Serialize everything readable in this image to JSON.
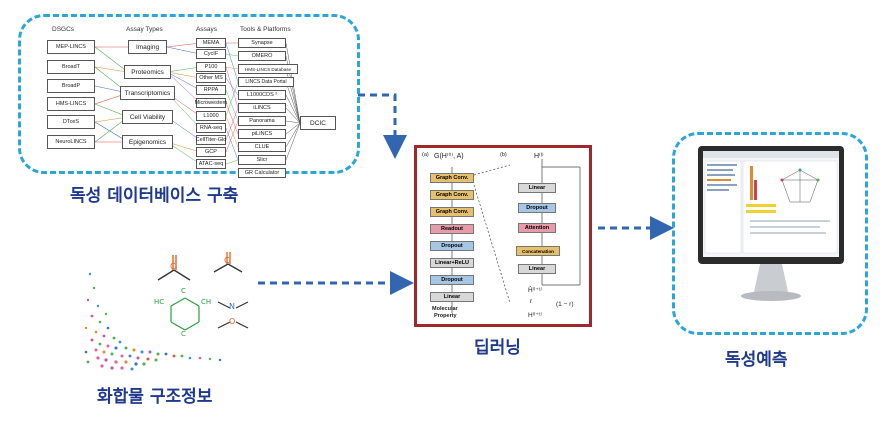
{
  "database": {
    "label": "독성 데이터베이스 구축",
    "headers": {
      "dsgc": "DSGCs",
      "assay_types": "Assay Types",
      "assays": "Assays",
      "tools": "Tools & Platforms"
    },
    "dsgcs": [
      "MEP-LINCS",
      "BroadT",
      "BroadP",
      "HMS-LINCS",
      "DToxS",
      "NeuroLINCS"
    ],
    "assay_types": [
      "Imaging",
      "Proteomics",
      "Transcriptomics",
      "Cell Viability",
      "Epigenomics"
    ],
    "assays": [
      "MEMA",
      "CycIF",
      "P100",
      "Other MS",
      "RPPA",
      "Microwestern",
      "L1000",
      "RNA-seq",
      "CellTiter-Glo",
      "GCP",
      "ATAC-seq"
    ],
    "tools": [
      "Synapse",
      "OMERO",
      "HMS-LINCS Database",
      "LINCS Data Portal",
      "L1000CDS ²",
      "iLINCS",
      "Panorama",
      "piLINCS",
      "CLUE",
      "Slicr",
      "GR Calculator"
    ],
    "dcic": "DCIC"
  },
  "structure": {
    "label": "화합물 구조정보",
    "atoms": {
      "c1": "C",
      "c2": "C",
      "c3": "C",
      "c4": "C",
      "hc": "HC",
      "ch": "CH",
      "n": "N",
      "o": "O"
    }
  },
  "deep_learning": {
    "label": "딥러닝",
    "panel_a": {
      "tag": "(a)",
      "input": "G(H⁽⁰⁾, A)",
      "blocks": [
        "Graph Conv.",
        "Graph Conv.",
        "Graph Conv.",
        "Readout",
        "Dropout",
        "Linear+ReLU",
        "Dropout",
        "Linear"
      ],
      "output_line1": "Molecular",
      "output_line2": "Property"
    },
    "panel_b": {
      "tag": "(b)",
      "input": "H⁽ˡ⁾",
      "blocks": [
        "Linear",
        "Dropout",
        "Attention",
        "Concatenation",
        "Linear"
      ],
      "h_hat": "Ĥ⁽ˡ⁺¹⁾",
      "r": "r",
      "one_minus_r": "(1 − r)",
      "h_out": "H⁽ˡ⁺¹⁾"
    }
  },
  "prediction": {
    "label": "독성예측"
  }
}
